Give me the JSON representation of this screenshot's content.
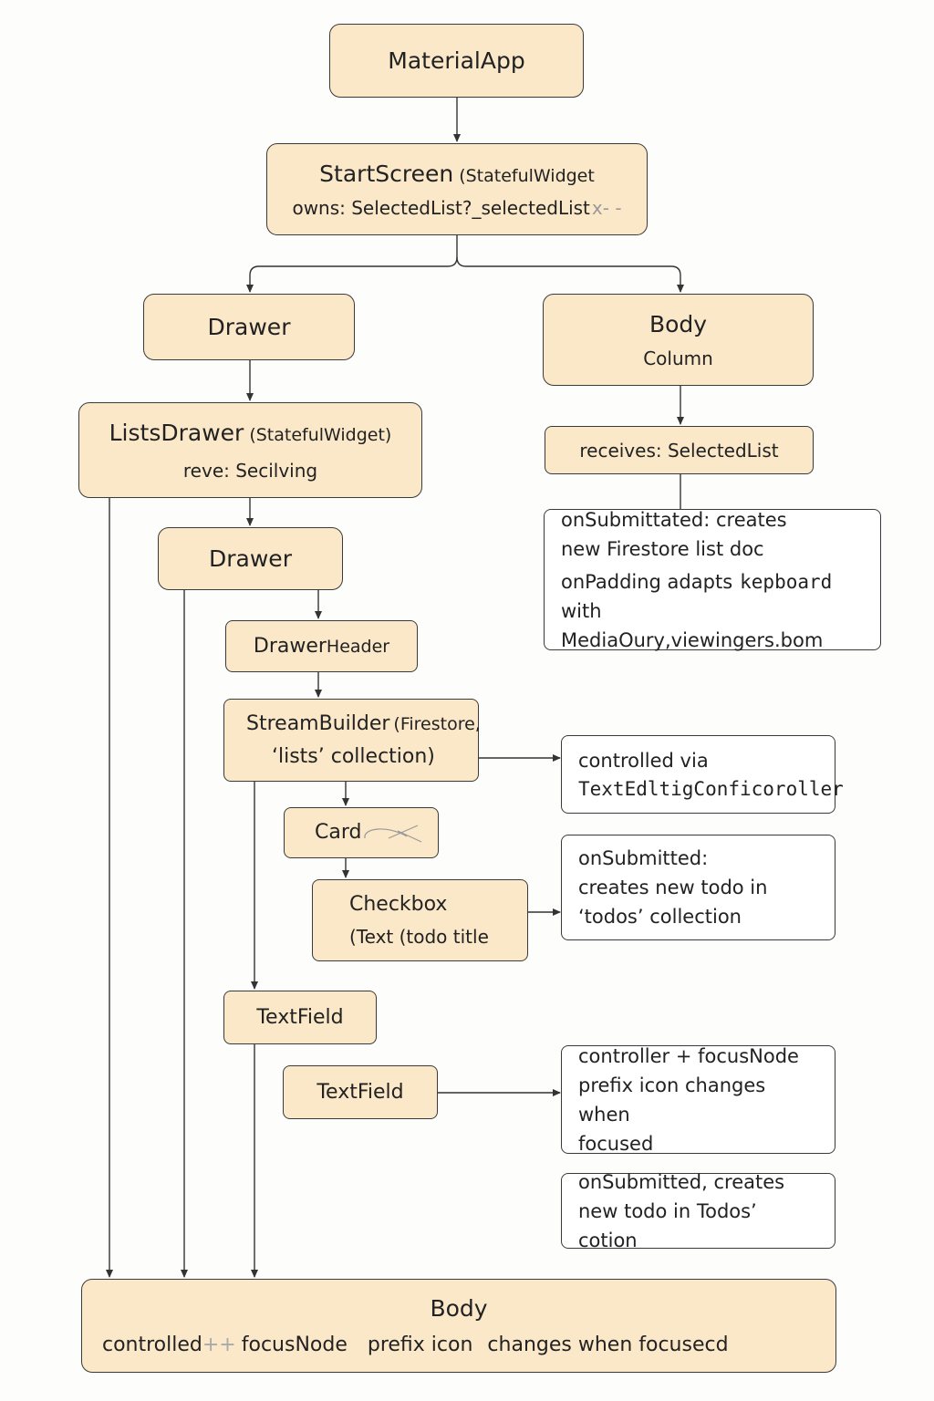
{
  "nodes": {
    "material_app": {
      "label": "MaterialApp"
    },
    "start_screen": {
      "title": "StartScreen",
      "kind": "(StatefulWidget",
      "owns": "owns: SelectedList?_selectedList",
      "owns_tail": "x- -"
    },
    "drawer_top": {
      "label": "Drawer"
    },
    "body_top": {
      "title": "Body",
      "subtitle": "Column"
    },
    "receives": {
      "label": "receives: SelectedList"
    },
    "lists_drawer": {
      "title": "ListsDrawer",
      "kind": "(StatefulWidget)",
      "sub": "reve: Secilving"
    },
    "drawer_inner": {
      "label": "Drawer"
    },
    "drawer_header": {
      "label_a": "Drawer",
      "label_b": "Header"
    },
    "stream_builder": {
      "title": "StreamBuilder",
      "kind": "(Firestore,",
      "sub": "‘lists’ collection)"
    },
    "card": {
      "label": "Card"
    },
    "checkbox": {
      "title": "Checkbox",
      "sub": "(Text (todo title"
    },
    "textfield_1": {
      "label": "TextField"
    },
    "textfield_2": {
      "label": "TextField"
    },
    "body_bottom": {
      "title": "Body",
      "sub_a": "controlled",
      "sub_plus": "++",
      "sub_b": "focusNode",
      "sub_c": "prefix icon",
      "sub_d": "changes when focusecd"
    }
  },
  "notes": {
    "submit_list": [
      "onSubmittated: creates",
      "new Firestore list doc",
      "onPadding adapts",
      "kepboard",
      "with MediaOury,viewingers.bom"
    ],
    "controlled_via": [
      "controlled via",
      "TextEdltigConficoroller"
    ],
    "submit_todo": [
      "onSubmitted:",
      "creates new todo in",
      "‘todos’ collection"
    ],
    "controller_focus": [
      "controller + focusNode",
      "prefix icon changes when",
      "focused"
    ],
    "submit_todo_2": [
      "onSubmitted, creates",
      "new todo in Todos’ cotion"
    ]
  },
  "colors": {
    "node_fill": "#fbe8c9",
    "stroke": "#3a3a3a",
    "note_fill": "#ffffff"
  }
}
